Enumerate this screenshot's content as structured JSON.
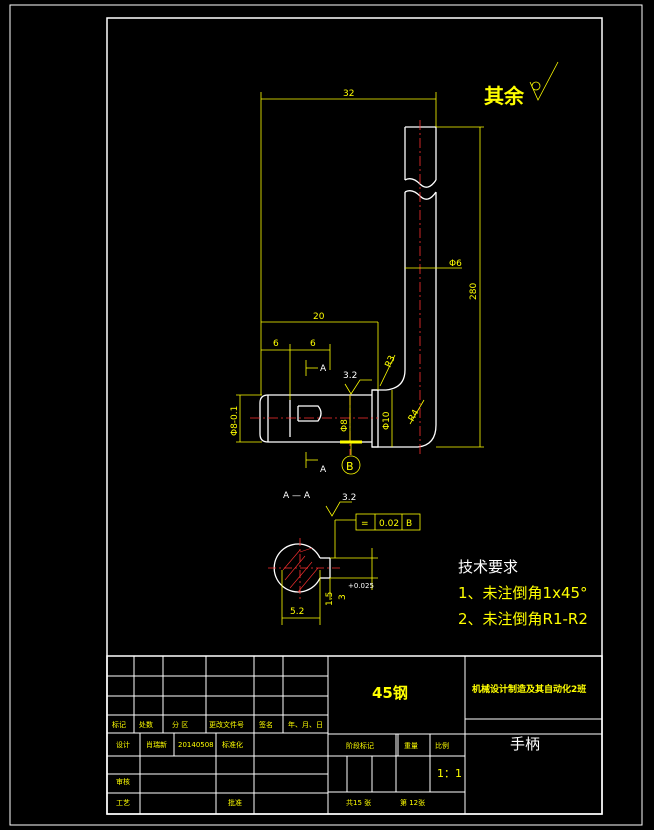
{
  "surface_finish": {
    "label": "其余"
  },
  "dimensions": {
    "overall_width": "32",
    "overall_height": "280",
    "arm_diameter": "Φ6",
    "hub_length": "20",
    "seg_a": "6",
    "seg_b": "6",
    "bore": "Φ8",
    "hub_diameter": "Φ10",
    "left_diameter": "Φ8-0.1",
    "radius_top": "R3",
    "radius_bottom": "R4",
    "roughness_1": "3.2",
    "roughness_2": "3.2",
    "key_width": "5.2",
    "slot_depth": "3",
    "slot_tol": "+0.025",
    "slot_width": "1.5"
  },
  "section": {
    "marker": "A",
    "title": "A — A",
    "datum": "B",
    "tolerance_symbol": "=",
    "tolerance_value": "0.02",
    "tolerance_datum": "B"
  },
  "tech_requirements": {
    "heading": "技术要求",
    "items": [
      "1、未注倒角1x45°",
      "2、未注倒角R1-R2"
    ]
  },
  "title_block": {
    "material": "45钢",
    "organization": "机械设计制造及其自动化2班",
    "part_name": "手柄",
    "headers": [
      "标记",
      "处数",
      "分 区",
      "更改文件号",
      "签名",
      "年、月、日"
    ],
    "design_label": "设计",
    "designer": "肖瑞新",
    "date": "20140508",
    "standardization": "标准化",
    "review_label": "审核",
    "process_label": "工艺",
    "approve_label": "批准",
    "stage_label": "阶段标记",
    "weight_label": "重量",
    "scale_label": "比例",
    "scale": "1：1",
    "sheets_total": "共15 张",
    "sheet_no": "第 12张"
  }
}
